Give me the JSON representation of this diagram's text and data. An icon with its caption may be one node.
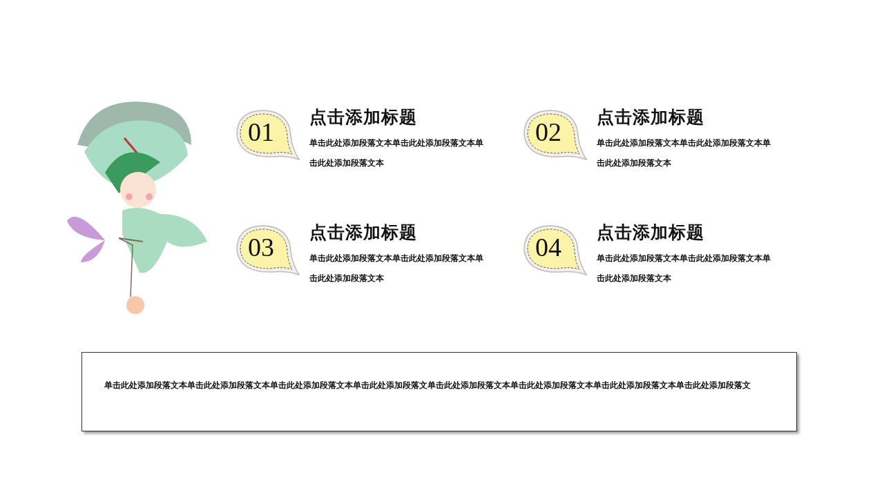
{
  "diagram": {
    "nodes": [
      {
        "text": [
          "01"
        ],
        "beside": [
          "点击添加标题",
          "单击此处添加段落文本单击此处添加段落文本单击此处添加段落文本"
        ]
      },
      {
        "text": [
          "02"
        ],
        "beside": [
          "点击添加标题",
          "单击此处添加段落文本单击此处添加段落文本单击此处添加段落文本"
        ]
      },
      {
        "text": [
          "03"
        ],
        "beside": [
          "点击添加标题",
          "单击此处添加段落文本单击此处添加段落文本单击此处添加段落文本"
        ]
      },
      {
        "text": [
          "04"
        ],
        "beside": [
          "点击添加标题",
          "单击此处添加段落文本单击此处添加段落文本单击此处添加段落文本"
        ]
      },
      {
        "text": [
          "单击此处添加段落文本单击此处添加段落文本单击此处添加段落文本单击此处添加段落文单击此处添加段落文本单击此处添加段落文本单击此处添加段落文本单击此处添加段落文"
        ]
      }
    ],
    "edges": []
  }
}
